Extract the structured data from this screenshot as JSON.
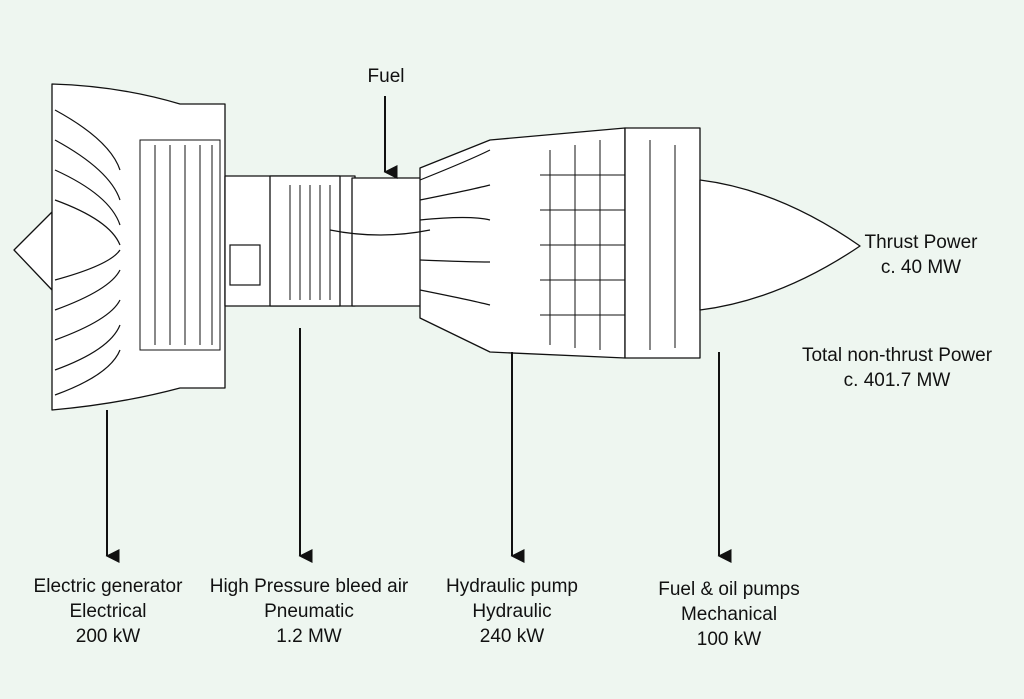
{
  "fuel_label": "Fuel",
  "thrust": {
    "line1": "Thrust Power",
    "line2": "c. 40 MW"
  },
  "non_thrust": {
    "line1": "Total non-thrust Power",
    "line2": "c. 401.7 MW"
  },
  "outputs": [
    {
      "line1": "Electric generator",
      "line2": "Electrical",
      "line3": "200 kW"
    },
    {
      "line1": "High Pressure bleed air",
      "line2": "Pneumatic",
      "line3": "1.2 MW"
    },
    {
      "line1": "Hydraulic pump",
      "line2": "Hydraulic",
      "line3": "240 kW"
    },
    {
      "line1": "Fuel & oil pumps",
      "line2": "Mechanical",
      "line3": "100 kW"
    }
  ]
}
